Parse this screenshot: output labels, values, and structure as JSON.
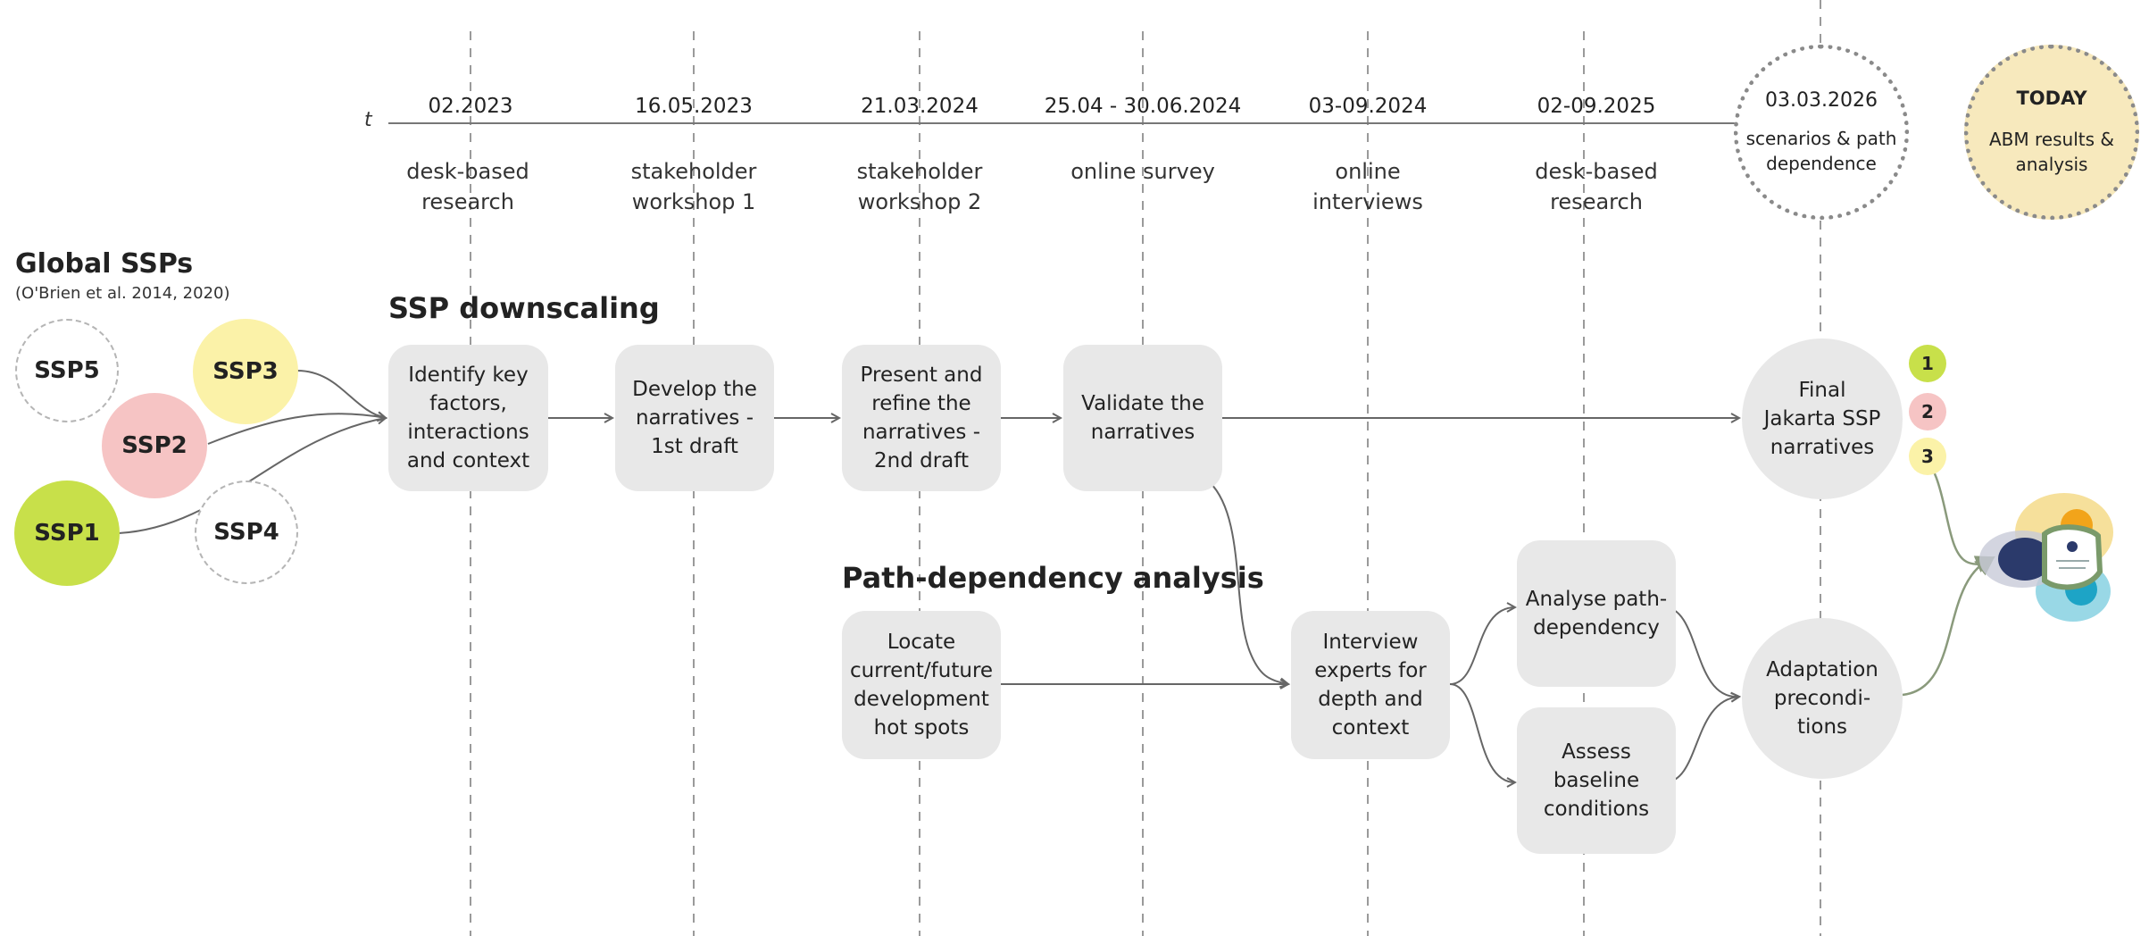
{
  "global_ssps": {
    "title": "Global SSPs",
    "citation": "(O'Brien et al. 2014, 2020)",
    "ssp1": "SSP1",
    "ssp2": "SSP2",
    "ssp3": "SSP3",
    "ssp4": "SSP4",
    "ssp5": "SSP5"
  },
  "timeline": {
    "axis_label": "t",
    "milestones": [
      {
        "date": "02.2023",
        "phase": "desk-based\nresearch"
      },
      {
        "date": "16.05.2023",
        "phase": "stakeholder\nworkshop 1"
      },
      {
        "date": "21.03.2024",
        "phase": "stakeholder\nworkshop 2"
      },
      {
        "date": "25.04 - 30.06.2024",
        "phase": "online survey"
      },
      {
        "date": "03-09.2024",
        "phase": "online\ninterviews"
      },
      {
        "date": "02-09.2025",
        "phase": "desk-based\nresearch"
      }
    ],
    "scenario_circle": {
      "date": "03.03.2026",
      "label": "scenarios & path\ndependence"
    },
    "today_circle": {
      "title": "TODAY",
      "label": "ABM results &\nanalysis"
    }
  },
  "ssp_downscaling": {
    "title": "SSP downscaling",
    "steps": [
      "Identify key\nfactors,\ninteractions\nand context",
      "Develop the\nnarratives -\n1st draft",
      "Present and\nrefine the\nnarratives -\n2nd draft",
      "Validate the\nnarratives"
    ],
    "final": "Final\nJakarta SSP\nnarratives",
    "markers": [
      "1",
      "2",
      "3"
    ]
  },
  "path_dependency": {
    "title": "Path-dependency analysis",
    "locate": "Locate\ncurrent/future\ndevelopment\nhot spots",
    "interview": "Interview\nexperts for\ndepth and\ncontext",
    "analyse": "Analyse path-\ndependency",
    "assess": "Assess\nbaseline\nconditions",
    "adaptation": "Adaptation\nprecondi-\ntions"
  },
  "colors": {
    "ssp1": "#c8e04a",
    "ssp2": "#f6c4c4",
    "ssp3": "#fbf2a8",
    "today": "#f7e9bd",
    "box": "#e8e8e8",
    "line": "#666666"
  }
}
